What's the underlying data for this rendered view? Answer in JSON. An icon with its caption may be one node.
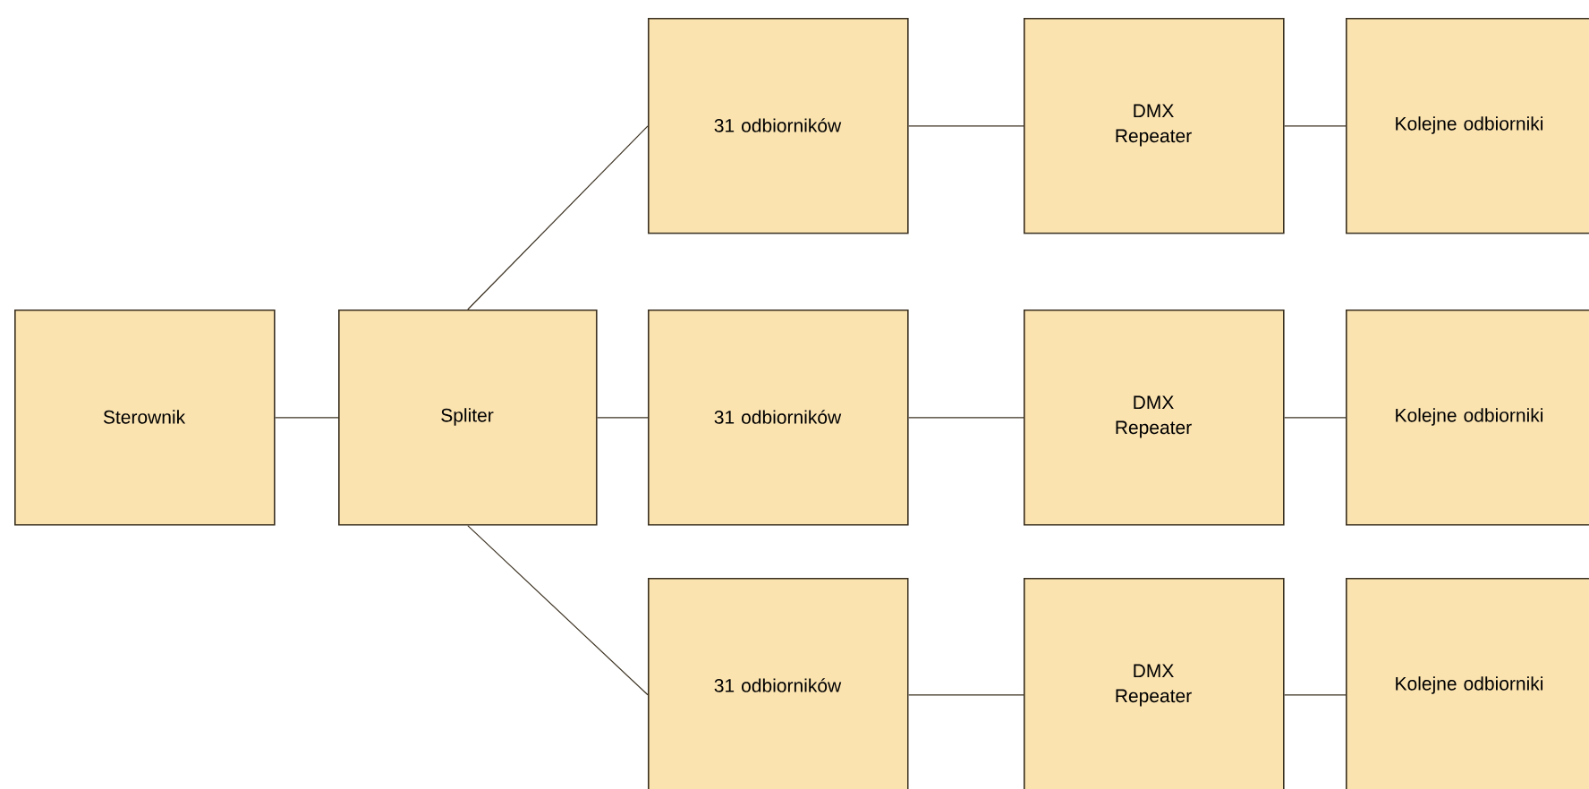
{
  "diagram": {
    "nodes": [
      {
        "text": [
          "Sterownik"
        ]
      },
      {
        "text": [
          "Spliter"
        ]
      },
      {
        "text": [
          "31 odbiorników"
        ]
      },
      {
        "text": [
          "DMX Repeater"
        ]
      },
      {
        "text": [
          "Kolejne odbiorniki"
        ]
      },
      {
        "text": [
          "31 odbiorników"
        ]
      },
      {
        "text": [
          "DMX Repeater"
        ]
      },
      {
        "text": [
          "Kolejne odbiorniki"
        ]
      },
      {
        "text": [
          "31 odbiorników"
        ]
      },
      {
        "text": [
          "DMX Repeater"
        ]
      },
      {
        "text": [
          "Kolejne odbiorniki"
        ]
      }
    ],
    "edges": [
      {
        "from": 0,
        "to": 1,
        "arrow": "none"
      },
      {
        "from": 1,
        "to": 2,
        "arrow": "none"
      },
      {
        "from": 1,
        "to": 5,
        "arrow": "none"
      },
      {
        "from": 1,
        "to": 8,
        "arrow": "none"
      },
      {
        "from": 2,
        "to": 3,
        "arrow": "none"
      },
      {
        "from": 3,
        "to": 4,
        "arrow": "none"
      },
      {
        "from": 5,
        "to": 6,
        "arrow": "none"
      },
      {
        "from": 6,
        "to": 7,
        "arrow": "none"
      },
      {
        "from": 8,
        "to": 9,
        "arrow": "none"
      },
      {
        "from": 9,
        "to": 10,
        "arrow": "none"
      }
    ]
  }
}
